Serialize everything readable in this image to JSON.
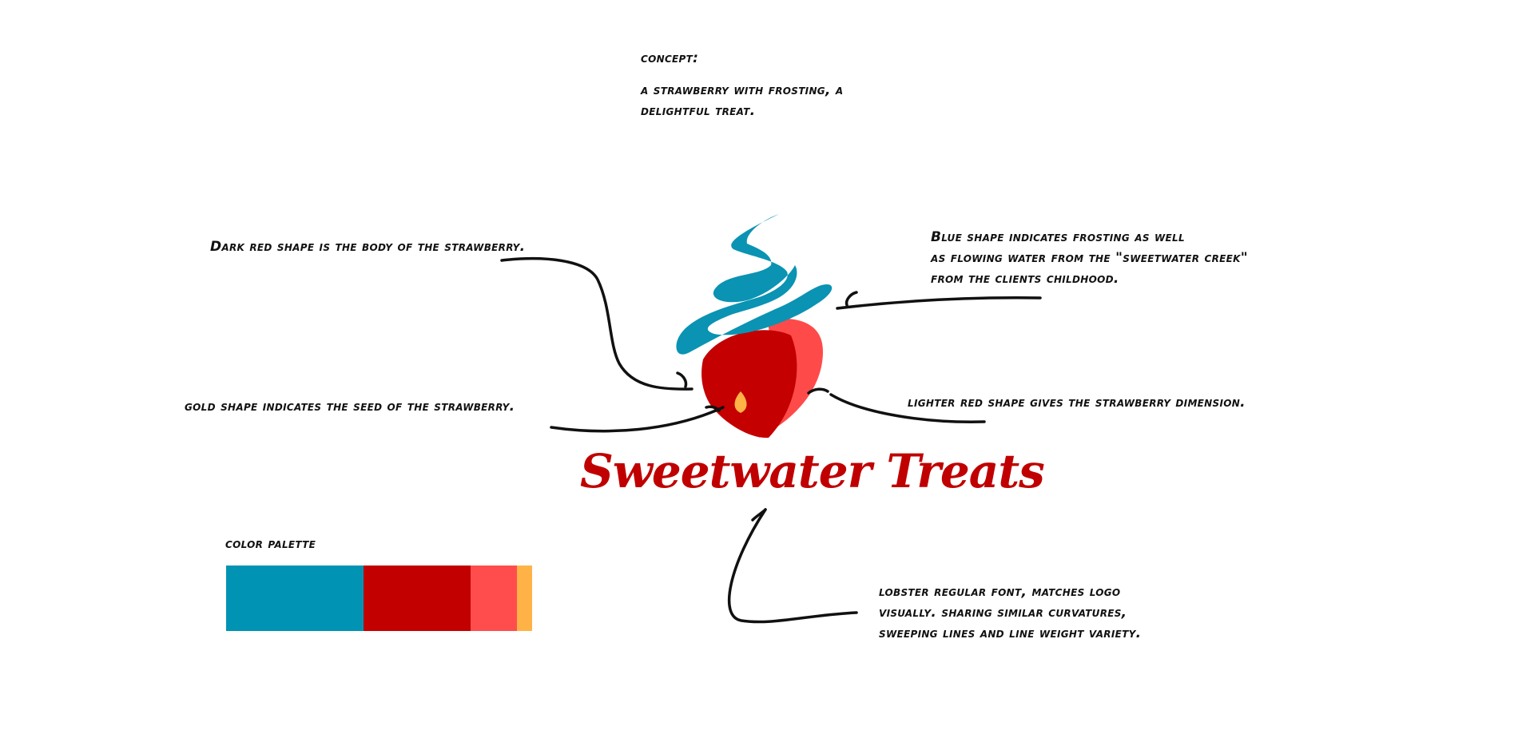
{
  "concept": {
    "heading": "concept:",
    "lines": [
      "a strawberry with frosting, a",
      "delightful treat."
    ]
  },
  "annotations": {
    "body": {
      "lines": [
        "Dark red shape is the body of the strawberry."
      ]
    },
    "frosting": {
      "lines": [
        "Blue shape indicates frosting as well",
        "as flowing water from the \"sweetwater creek\"",
        "from the clients childhood."
      ]
    },
    "seed": {
      "lines": [
        "gold shape indicates the seed of the strawberry."
      ]
    },
    "dimension": {
      "lines": [
        "lighter red shape gives the strawberry dimension."
      ]
    },
    "font": {
      "lines": [
        "lobster regular font, matches logo",
        "visually.  sharing similar curvatures,",
        "sweeping lines and line weight variety."
      ]
    }
  },
  "brand": {
    "name": "Sweetwater Treats"
  },
  "palette": {
    "label": "color palette",
    "colors": [
      "#0093b3",
      "#c30000",
      "#ff4d4d",
      "#ffb347"
    ]
  },
  "colors": {
    "frosting_blue": "#0a93b3",
    "strawberry_dark_red": "#c40000",
    "strawberry_light_red": "#ff4a4a",
    "seed_gold": "#ffb347",
    "brand_red": "#c00000",
    "ink": "#111111"
  }
}
